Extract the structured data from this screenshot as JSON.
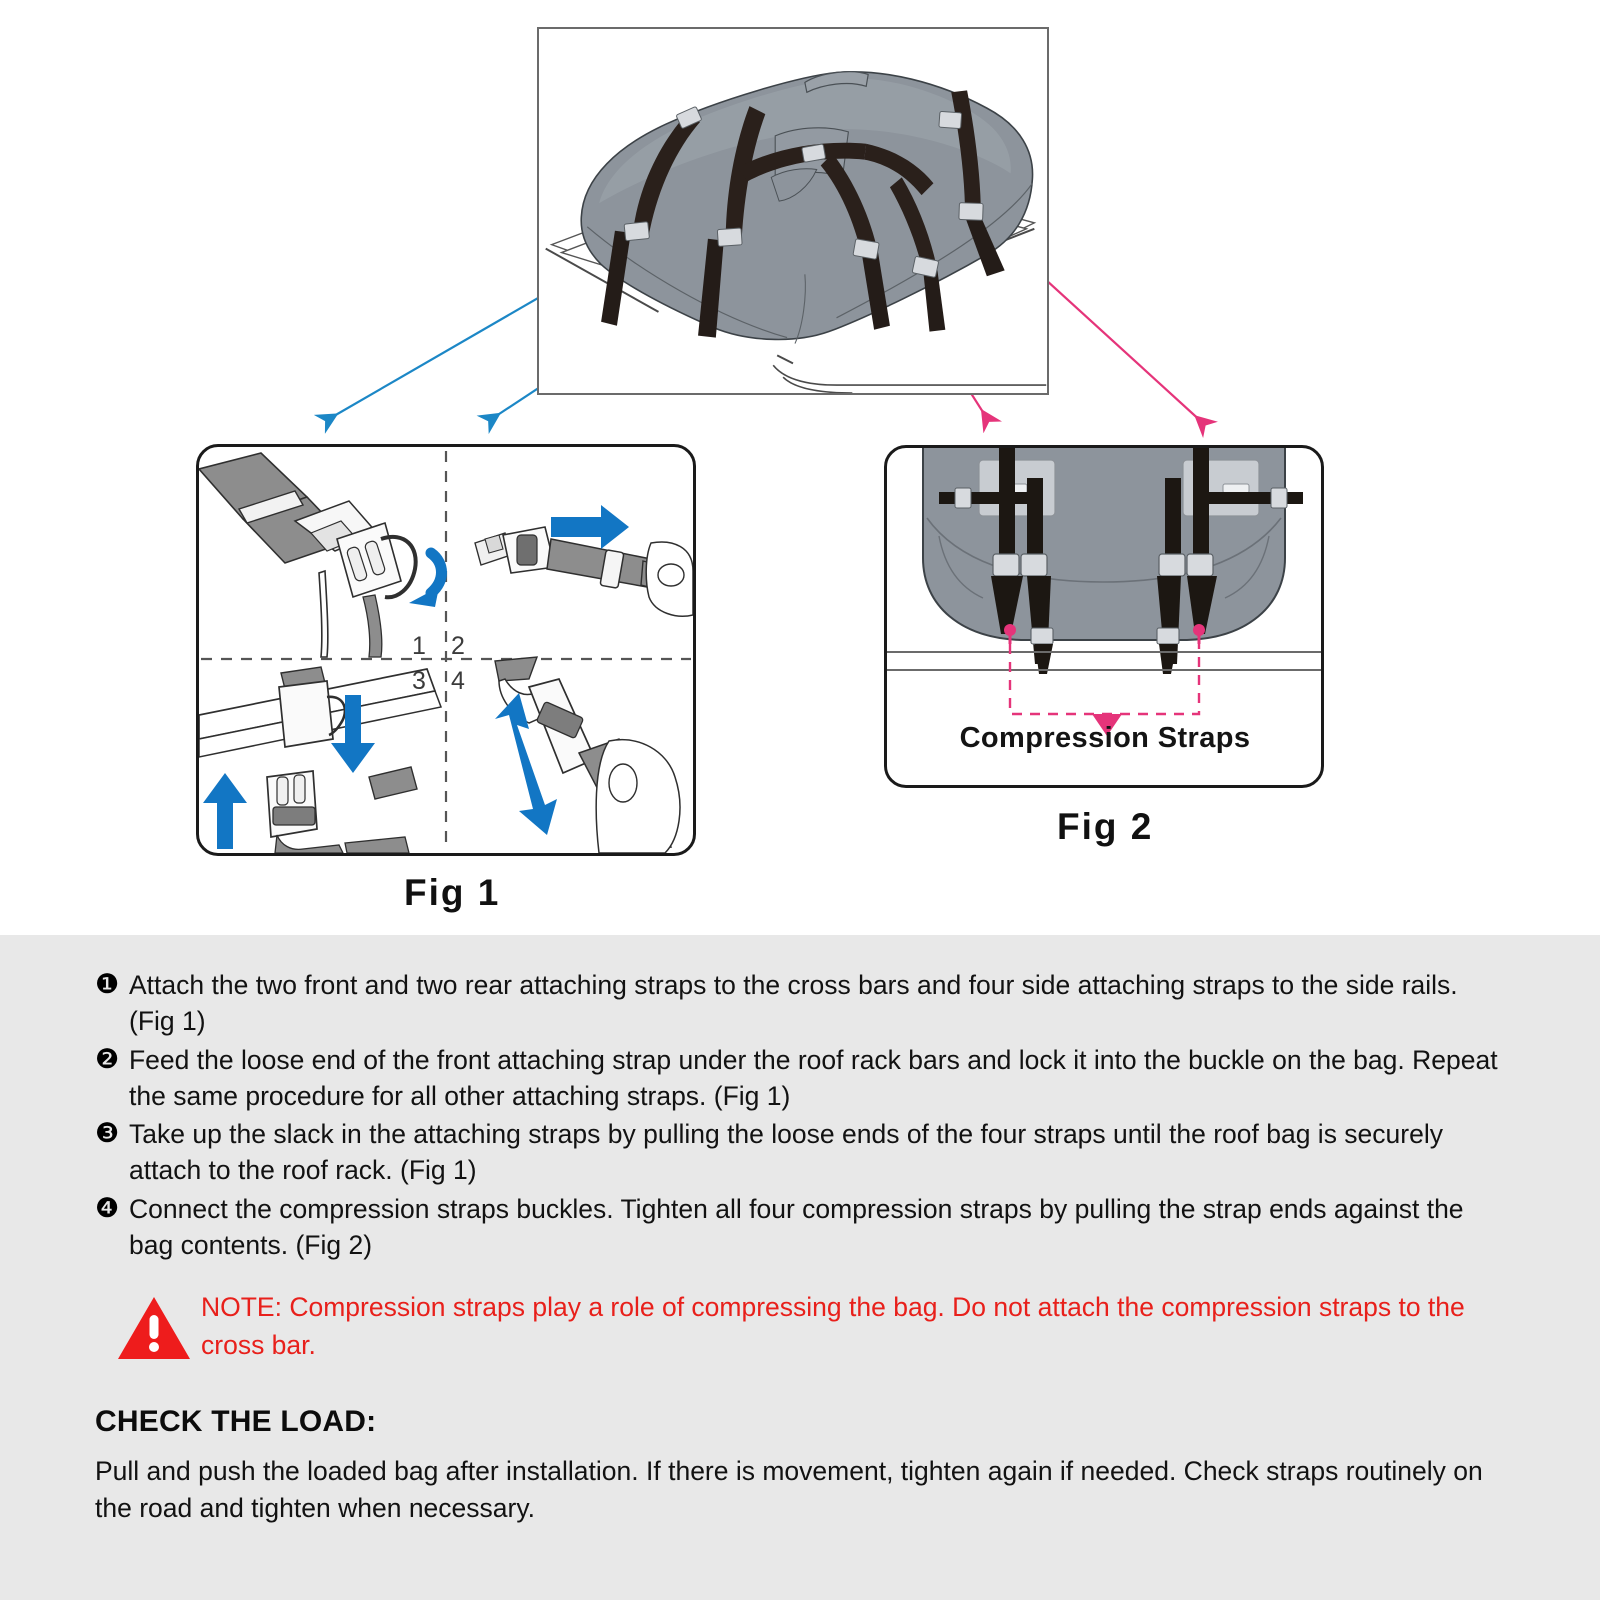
{
  "document": {
    "type": "roof cargo bag installation instructions",
    "background_color": "#ffffff",
    "panel_color": "#e8e8e8",
    "note_color": "#e8201b"
  },
  "figures": {
    "top_illustration": {
      "caption": "",
      "description": "roof cargo bag strapped on vehicle roof rack with attaching straps"
    },
    "fig1": {
      "caption": "Fig 1",
      "quadrants": [
        "1",
        "2",
        "3",
        "4"
      ],
      "description": "four quadrant detail of buckle attachment steps"
    },
    "fig2": {
      "caption": "Fig 2",
      "label": "Compression Straps",
      "description": "rear view of bag showing compression straps"
    }
  },
  "arrows": {
    "left_color": "#1c87c6",
    "right_color": "#e5347a",
    "left_count": 2,
    "right_count": 2
  },
  "instructions": {
    "steps": [
      {
        "bullet": "❶",
        "text": "Attach the two front and two rear attaching straps to the cross bars and four side attaching straps to the side rails. (Fig 1)"
      },
      {
        "bullet": "❷",
        "text": "Feed the loose end of the front attaching strap under the roof rack bars and lock it into the buckle on the bag. Repeat the same procedure for all other attaching straps. (Fig 1)"
      },
      {
        "bullet": "❸",
        "text": "Take up the slack in the attaching straps by pulling the loose ends of the four straps until the roof bag is securely attach to the roof rack. (Fig 1)"
      },
      {
        "bullet": "❹",
        "text": "Connect the compression straps buckles. Tighten all four compression straps by pulling the strap ends against the bag contents. (Fig 2)"
      }
    ],
    "note": {
      "icon": "warning-triangle-icon",
      "text": "NOTE: Compression straps play a role of compressing the bag. Do not attach the compression straps to the cross bar."
    },
    "check_load": {
      "heading": "CHECK THE LOAD:",
      "body": "Pull and push the loaded bag after installation. If there is movement, tighten again if needed. Check straps routinely on the road and tighten when necessary."
    }
  }
}
